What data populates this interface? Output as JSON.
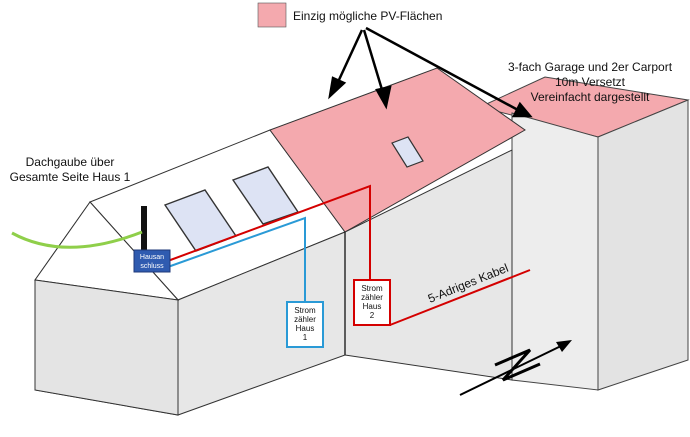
{
  "legend": {
    "label": "Einzig mögliche PV-Flächen",
    "swatch_color": "#f4a9ae"
  },
  "annotations": {
    "garage_lines": [
      "3-fach Garage und 2er Carport",
      "10m Versetzt",
      "Vereinfacht dargestellt"
    ],
    "dormer_lines": [
      "Dachgaube über",
      "Gesamte Seite Haus 1"
    ],
    "cable_label": "5-Adriges Kabel"
  },
  "boxes": {
    "hausanschluss_lines": [
      "Hausan",
      "schluss"
    ],
    "meter1_lines": [
      "Strom",
      "zähler",
      "Haus",
      "1"
    ],
    "meter2_lines": [
      "Strom",
      "zähler",
      "Haus",
      "2"
    ]
  },
  "colors": {
    "pv": "#f4a9ae",
    "wall": "#e6e6e6",
    "roof": "#ffffff",
    "window": "#dde3f4",
    "red_cable": "#d40000",
    "blue_cable": "#2a9ad6",
    "green_dormer": "#8fcf4a",
    "hausanschluss": "#2f5bb0"
  }
}
